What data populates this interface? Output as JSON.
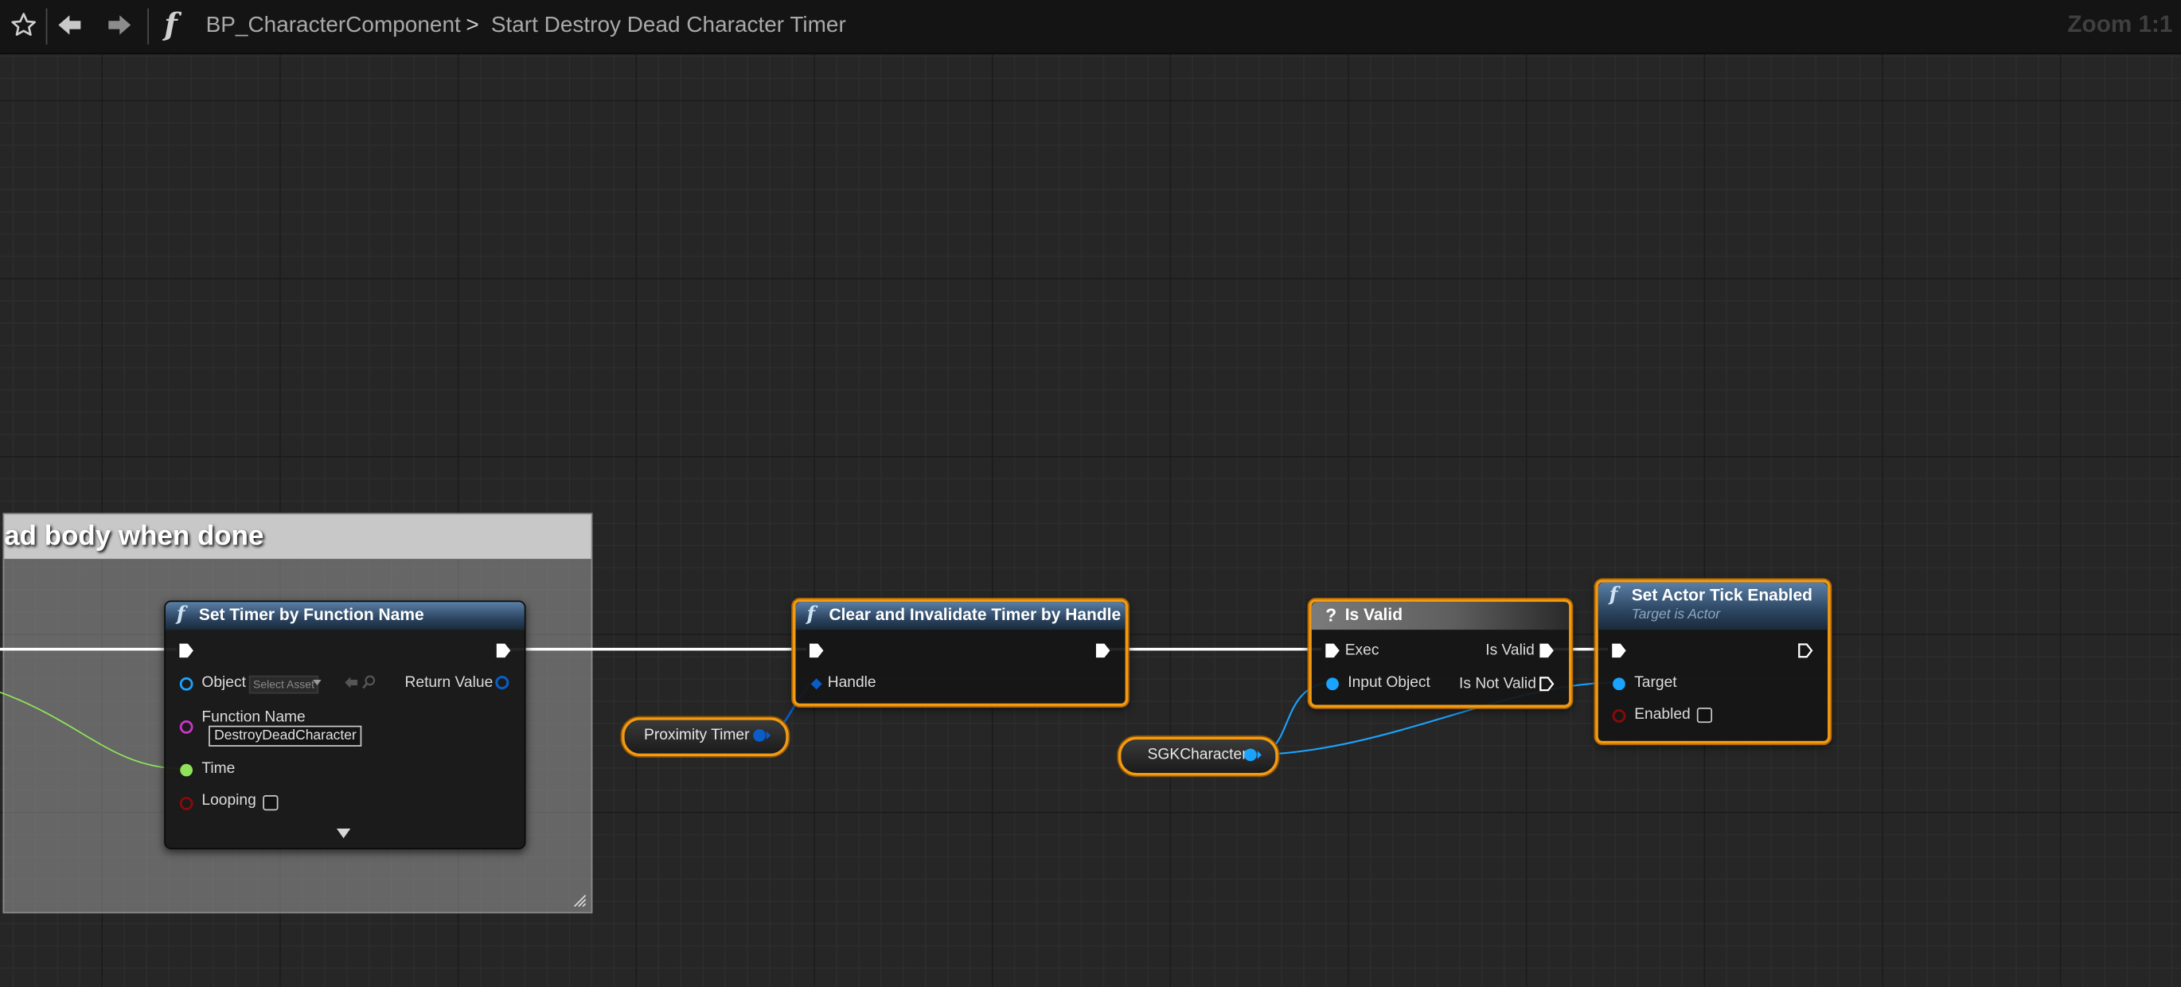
{
  "toolbar": {
    "function_icon": "f",
    "blueprint_name": "BP_CharacterComponent",
    "separator": ">",
    "graph_name": "Start Destroy Dead Character Timer",
    "zoom": "Zoom 1:1",
    "icons": [
      "star-icon",
      "back-arrow-icon",
      "forward-arrow-icon",
      "function-icon"
    ]
  },
  "comment": {
    "title": "ad body when done"
  },
  "nodes": {
    "set_timer": {
      "title": "Set Timer by Function Name",
      "pins": {
        "object": "Object",
        "object_value": "Select Asset",
        "return_value": "Return Value",
        "function_name": "Function Name",
        "function_name_value": "DestroyDeadCharacter",
        "time": "Time",
        "looping": "Looping"
      }
    },
    "clear_timer": {
      "title": "Clear and Invalidate Timer by Handle",
      "pins": {
        "handle": "Handle"
      }
    },
    "is_valid": {
      "title": "Is Valid",
      "icon": "?",
      "pins": {
        "exec": "Exec",
        "input_object": "Input Object",
        "is_valid": "Is Valid",
        "is_not_valid": "Is Not Valid"
      }
    },
    "set_tick": {
      "title": "Set Actor Tick Enabled",
      "subtitle": "Target is Actor",
      "pins": {
        "target": "Target",
        "enabled": "Enabled"
      }
    }
  },
  "variables": {
    "proximity_timer": "Proximity Timer",
    "sgk_character": "SGKCharacter"
  },
  "colors": {
    "selection": "#f39a12",
    "object_pin": "#1aa3ff",
    "struct_pin": "#0a5cc6",
    "name_pin": "#c936c9",
    "float_pin": "#8fe35a",
    "bool_pin": "#8a0a0a",
    "exec_wire": "#ffffff"
  }
}
